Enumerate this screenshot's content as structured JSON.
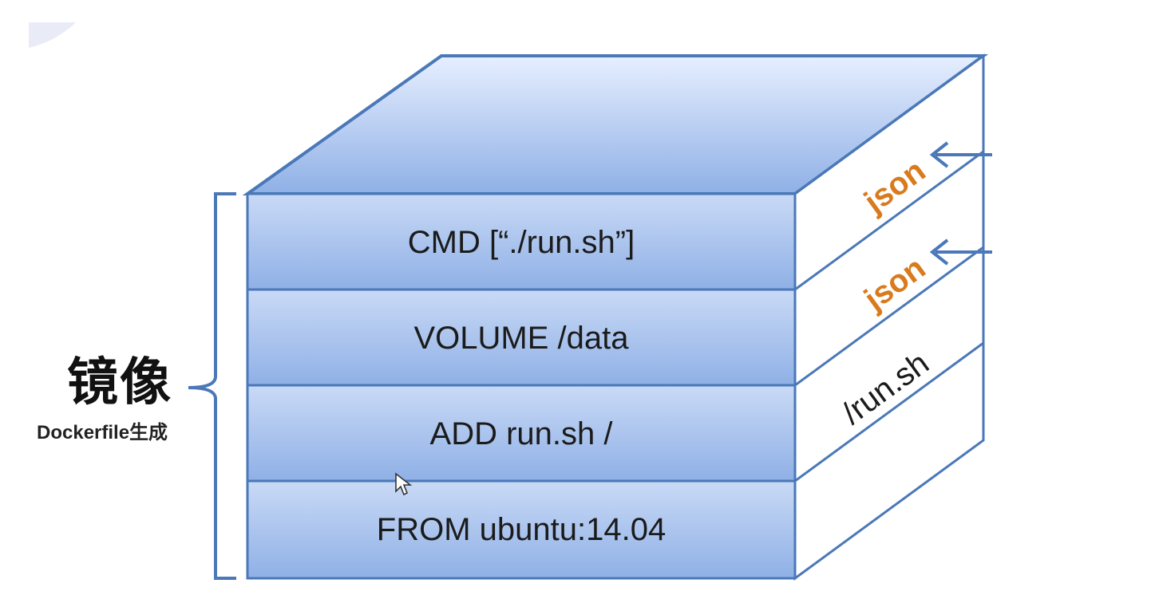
{
  "image_label": {
    "title": "镜像",
    "subtitle": "Dockerfile生成"
  },
  "layers": [
    {
      "instruction": "CMD [“./run.sh”]",
      "side": "json"
    },
    {
      "instruction": "VOLUME /data",
      "side": "json"
    },
    {
      "instruction": "ADD run.sh /",
      "side": "/run.sh"
    },
    {
      "instruction": "FROM ubuntu:14.04",
      "side": ""
    }
  ],
  "colors": {
    "layer_fill_top": "#c9daf6",
    "layer_fill_bottom": "#8fb0e6",
    "outline": "#4a78b8",
    "json_text": "#d97a1d"
  },
  "icons": [
    "mouse-cursor-icon",
    "arrow-left-icon"
  ]
}
